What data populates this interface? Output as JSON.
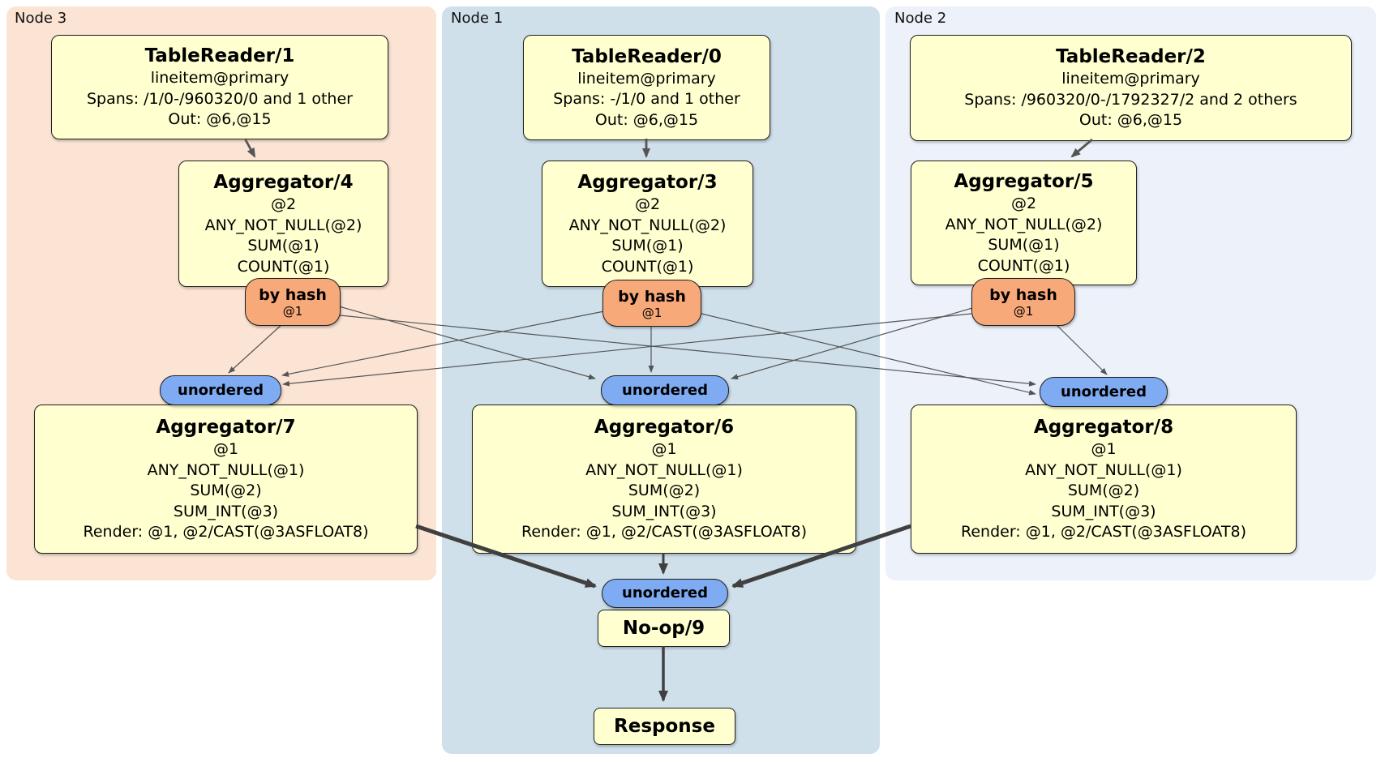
{
  "panels": {
    "node3": {
      "label": "Node 3"
    },
    "node1": {
      "label": "Node 1"
    },
    "node2": {
      "label": "Node 2"
    }
  },
  "colors": {
    "node3-bg": "#FCE4D4",
    "node1-bg": "#CFE0EB",
    "node2-bg": "#EDF1FA",
    "box-fill": "#FFFFD0",
    "box-border": "#1F1F1F",
    "hash-router-fill": "#F8A979",
    "sync-fill": "#7EABF2",
    "edge-color": "#555555",
    "edge-thick-color": "#404040"
  },
  "processors": {
    "tr1": {
      "title": "TableReader/1",
      "lines": [
        "lineitem@primary",
        "Spans: /1/0-/960320/0 and 1 other",
        "Out: @6,@15"
      ]
    },
    "tr0": {
      "title": "TableReader/0",
      "lines": [
        "lineitem@primary",
        "Spans: -/1/0 and 1 other",
        "Out: @6,@15"
      ]
    },
    "tr2": {
      "title": "TableReader/2",
      "lines": [
        "lineitem@primary",
        "Spans: /960320/0-/1792327/2 and 2 others",
        "Out: @6,@15"
      ]
    },
    "agg4": {
      "title": "Aggregator/4",
      "lines": [
        "@2",
        "ANY_NOT_NULL(@2)",
        "SUM(@1)",
        "COUNT(@1)"
      ]
    },
    "agg3": {
      "title": "Aggregator/3",
      "lines": [
        "@2",
        "ANY_NOT_NULL(@2)",
        "SUM(@1)",
        "COUNT(@1)"
      ]
    },
    "agg5": {
      "title": "Aggregator/5",
      "lines": [
        "@2",
        "ANY_NOT_NULL(@2)",
        "SUM(@1)",
        "COUNT(@1)"
      ]
    },
    "agg7": {
      "title": "Aggregator/7",
      "lines": [
        "@1",
        "ANY_NOT_NULL(@1)",
        "SUM(@2)",
        "SUM_INT(@3)",
        "Render: @1, @2/CAST(@3ASFLOAT8)"
      ]
    },
    "agg6": {
      "title": "Aggregator/6",
      "lines": [
        "@1",
        "ANY_NOT_NULL(@1)",
        "SUM(@2)",
        "SUM_INT(@3)",
        "Render: @1, @2/CAST(@3ASFLOAT8)"
      ]
    },
    "agg8": {
      "title": "Aggregator/8",
      "lines": [
        "@1",
        "ANY_NOT_NULL(@1)",
        "SUM(@2)",
        "SUM_INT(@3)",
        "Render: @1, @2/CAST(@3ASFLOAT8)"
      ]
    },
    "noop": {
      "title": "No-op/9"
    },
    "response": {
      "title": "Response"
    }
  },
  "routers": {
    "by_hash_label": "by hash",
    "by_hash_key": "@1",
    "unordered_label": "unordered"
  }
}
